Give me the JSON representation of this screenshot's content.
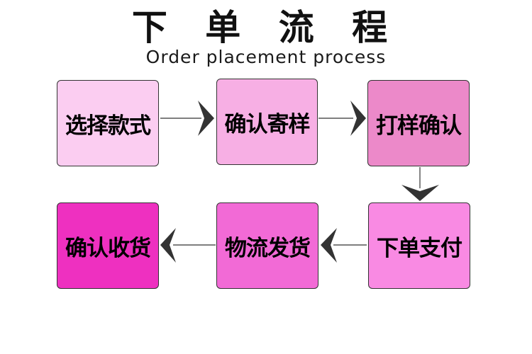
{
  "title": {
    "cn": "下 单 流 程",
    "en": "Order placement process"
  },
  "steps": [
    {
      "label": "选择款式",
      "color": "#fbcdf1"
    },
    {
      "label": "确认寄样",
      "color": "#f7afe4"
    },
    {
      "label": "打样确认",
      "color": "#ec89c9"
    },
    {
      "label": "下单支付",
      "color": "#f98ae3"
    },
    {
      "label": "物流发货",
      "color": "#f26ad6"
    },
    {
      "label": "确认收货",
      "color": "#ee30c0"
    }
  ],
  "arrow_color": "#333333"
}
